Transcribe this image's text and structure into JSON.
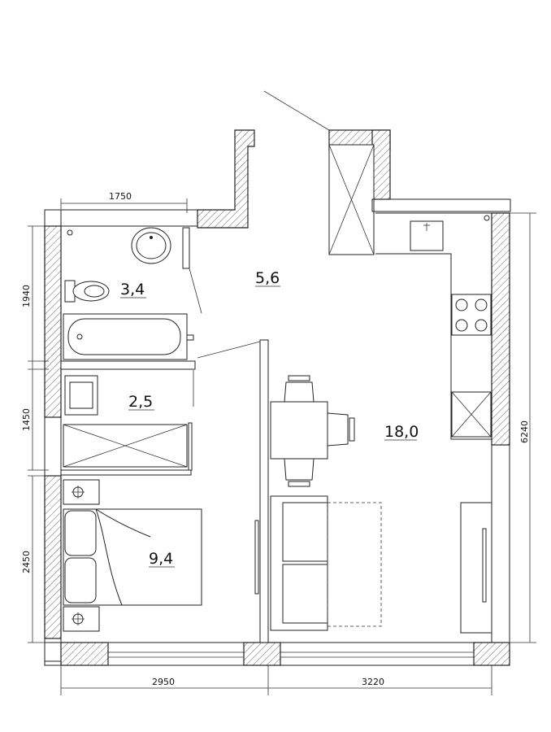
{
  "rooms": {
    "bathroom_area": "3,4",
    "laundry_area": "2,5",
    "bedroom_area": "9,4",
    "hall_area": "5,6",
    "living_area": "18,0"
  },
  "dimensions": {
    "top_bath_width": "1750",
    "left_bath_height": "1940",
    "left_laundry_height": "1450",
    "left_bedroom_height": "2450",
    "right_total_height": "6240",
    "bottom_left_width": "2950",
    "bottom_right_width": "3220"
  },
  "icons": {
    "hatch": "wall-hatch-pattern",
    "fixtures": [
      "washbasin-icon",
      "toilet-icon",
      "bathtub-icon",
      "washing-machine-icon",
      "stove-icon",
      "kitchen-sink-icon",
      "bed-icon",
      "sofa-icon",
      "dining-table-icon"
    ]
  }
}
